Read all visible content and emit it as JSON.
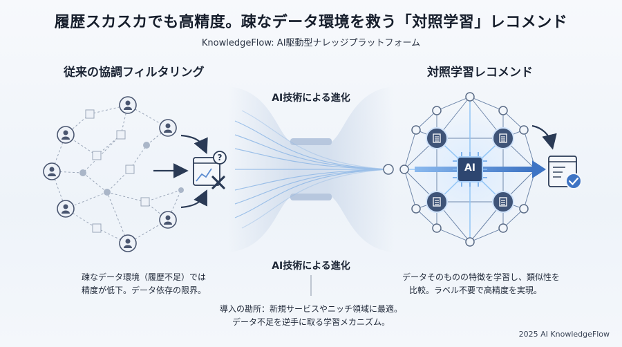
{
  "header": {
    "title": "履歴スカスカでも高精度。疎なデータ環境を救う「対照学習」レコメンド",
    "subtitle": "KnowledgeFlow: AI駆動型ナレッジプラットフォーム"
  },
  "left": {
    "heading": "従来の協調フィルタリング",
    "desc_line1": "疎なデータ環境（履歴不足）では",
    "desc_line2": "精度が低下。データ依存の限界。"
  },
  "right": {
    "heading": "対照学習レコメンド",
    "desc_line1": "データそのものの特徴を学習し、類似性を",
    "desc_line2": "比較。ラベル不要で高精度を実現。",
    "chip_label": "AI"
  },
  "middle": {
    "top_label": "AI技術による進化",
    "bottom_label": "AI技術による進化",
    "note_line1": "導入の勘所：新規サービスやニッチ領域に最適。",
    "note_line2": "データ不足を逆手に取る学習メカニズム。"
  },
  "footer": {
    "text": "2025 AI KnowledgeFlow"
  },
  "colors": {
    "accent": "#2f5fa8",
    "node": "#5a6b86",
    "glow": "#7fb3ee"
  }
}
